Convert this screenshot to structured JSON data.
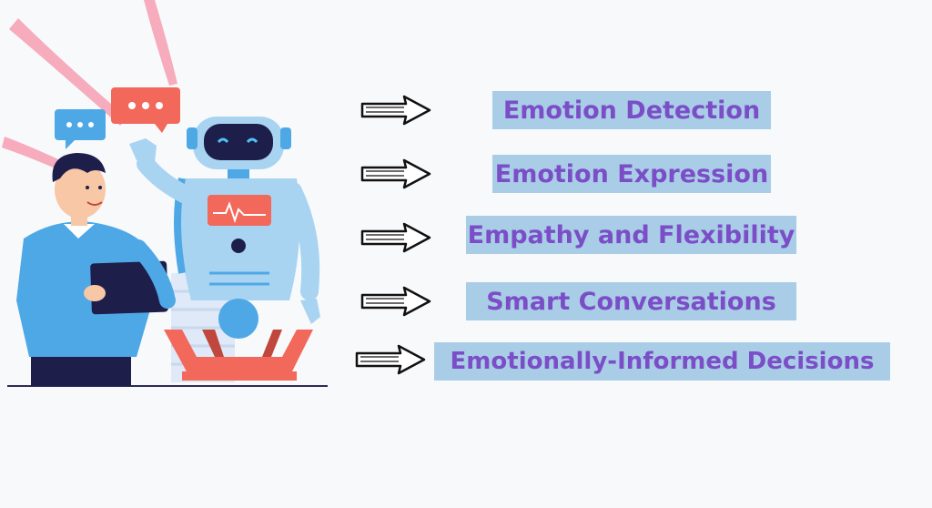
{
  "features": [
    {
      "label": "Emotion Detection"
    },
    {
      "label": "Emotion Expression"
    },
    {
      "label": "Empathy and Flexibility"
    },
    {
      "label": "Smart Conversations"
    },
    {
      "label": "Emotionally-Informed Decisions"
    }
  ],
  "colors": {
    "label_background": "#a9cde6",
    "label_text": "#7b4ec8",
    "page_background": "#f8f9fb"
  },
  "icons": {
    "arrow": "right-arrow-icon",
    "chat_bubbles": "chat-bubble-icon",
    "person": "person-with-tablet",
    "robot": "robot"
  }
}
